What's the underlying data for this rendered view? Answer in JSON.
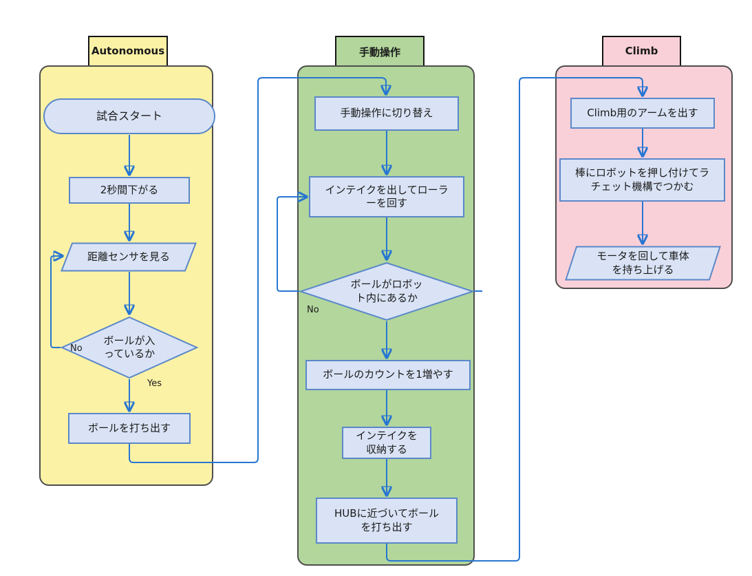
{
  "lanes": [
    {
      "id": "autonomous",
      "title": "Autonomous"
    },
    {
      "id": "manual",
      "title": "手動操作"
    },
    {
      "id": "climb",
      "title": "Climb"
    }
  ],
  "nodes": {
    "start": {
      "lines": [
        "試合スタート"
      ]
    },
    "a2": {
      "lines": [
        "2秒間下がる"
      ]
    },
    "a3": {
      "lines": [
        "距離センサを見る"
      ]
    },
    "a4": {
      "lines": [
        "ボールが入",
        "っているか"
      ]
    },
    "a5": {
      "lines": [
        "ボールを打ち出す"
      ]
    },
    "b1": {
      "lines": [
        "手動操作に切り替え"
      ]
    },
    "b2": {
      "lines": [
        "インテイクを出してローラ",
        "ーを回す"
      ]
    },
    "b3": {
      "lines": [
        "ボールがロボッ",
        "ト内にあるか"
      ]
    },
    "b4": {
      "lines": [
        "ボールのカウントを1増やす"
      ]
    },
    "b5": {
      "lines": [
        "インテイクを",
        "収納する"
      ]
    },
    "b6": {
      "lines": [
        "HUBに近づいてボール",
        "を打ち出す"
      ]
    },
    "c1": {
      "lines": [
        "Climb用のアームを出す"
      ]
    },
    "c2": {
      "lines": [
        "棒にロボットを押し付けてラ",
        "チェット機構でつかむ"
      ]
    },
    "c3": {
      "lines": [
        "モータを回して車体",
        "を持ち上げる"
      ]
    }
  },
  "edge_labels": {
    "no_autonomous": "No",
    "yes_autonomous": "Yes",
    "no_manual": "No"
  },
  "colors": {
    "lane_autonomous_fill": "#FBF2A6",
    "lane_manual_fill": "#B2D69C",
    "lane_climb_fill": "#FAD0D8",
    "lane_border": "#4D4D4D",
    "node_fill": "#D9E3F5",
    "node_border": "#5B87C9",
    "connector": "#2776D2"
  }
}
